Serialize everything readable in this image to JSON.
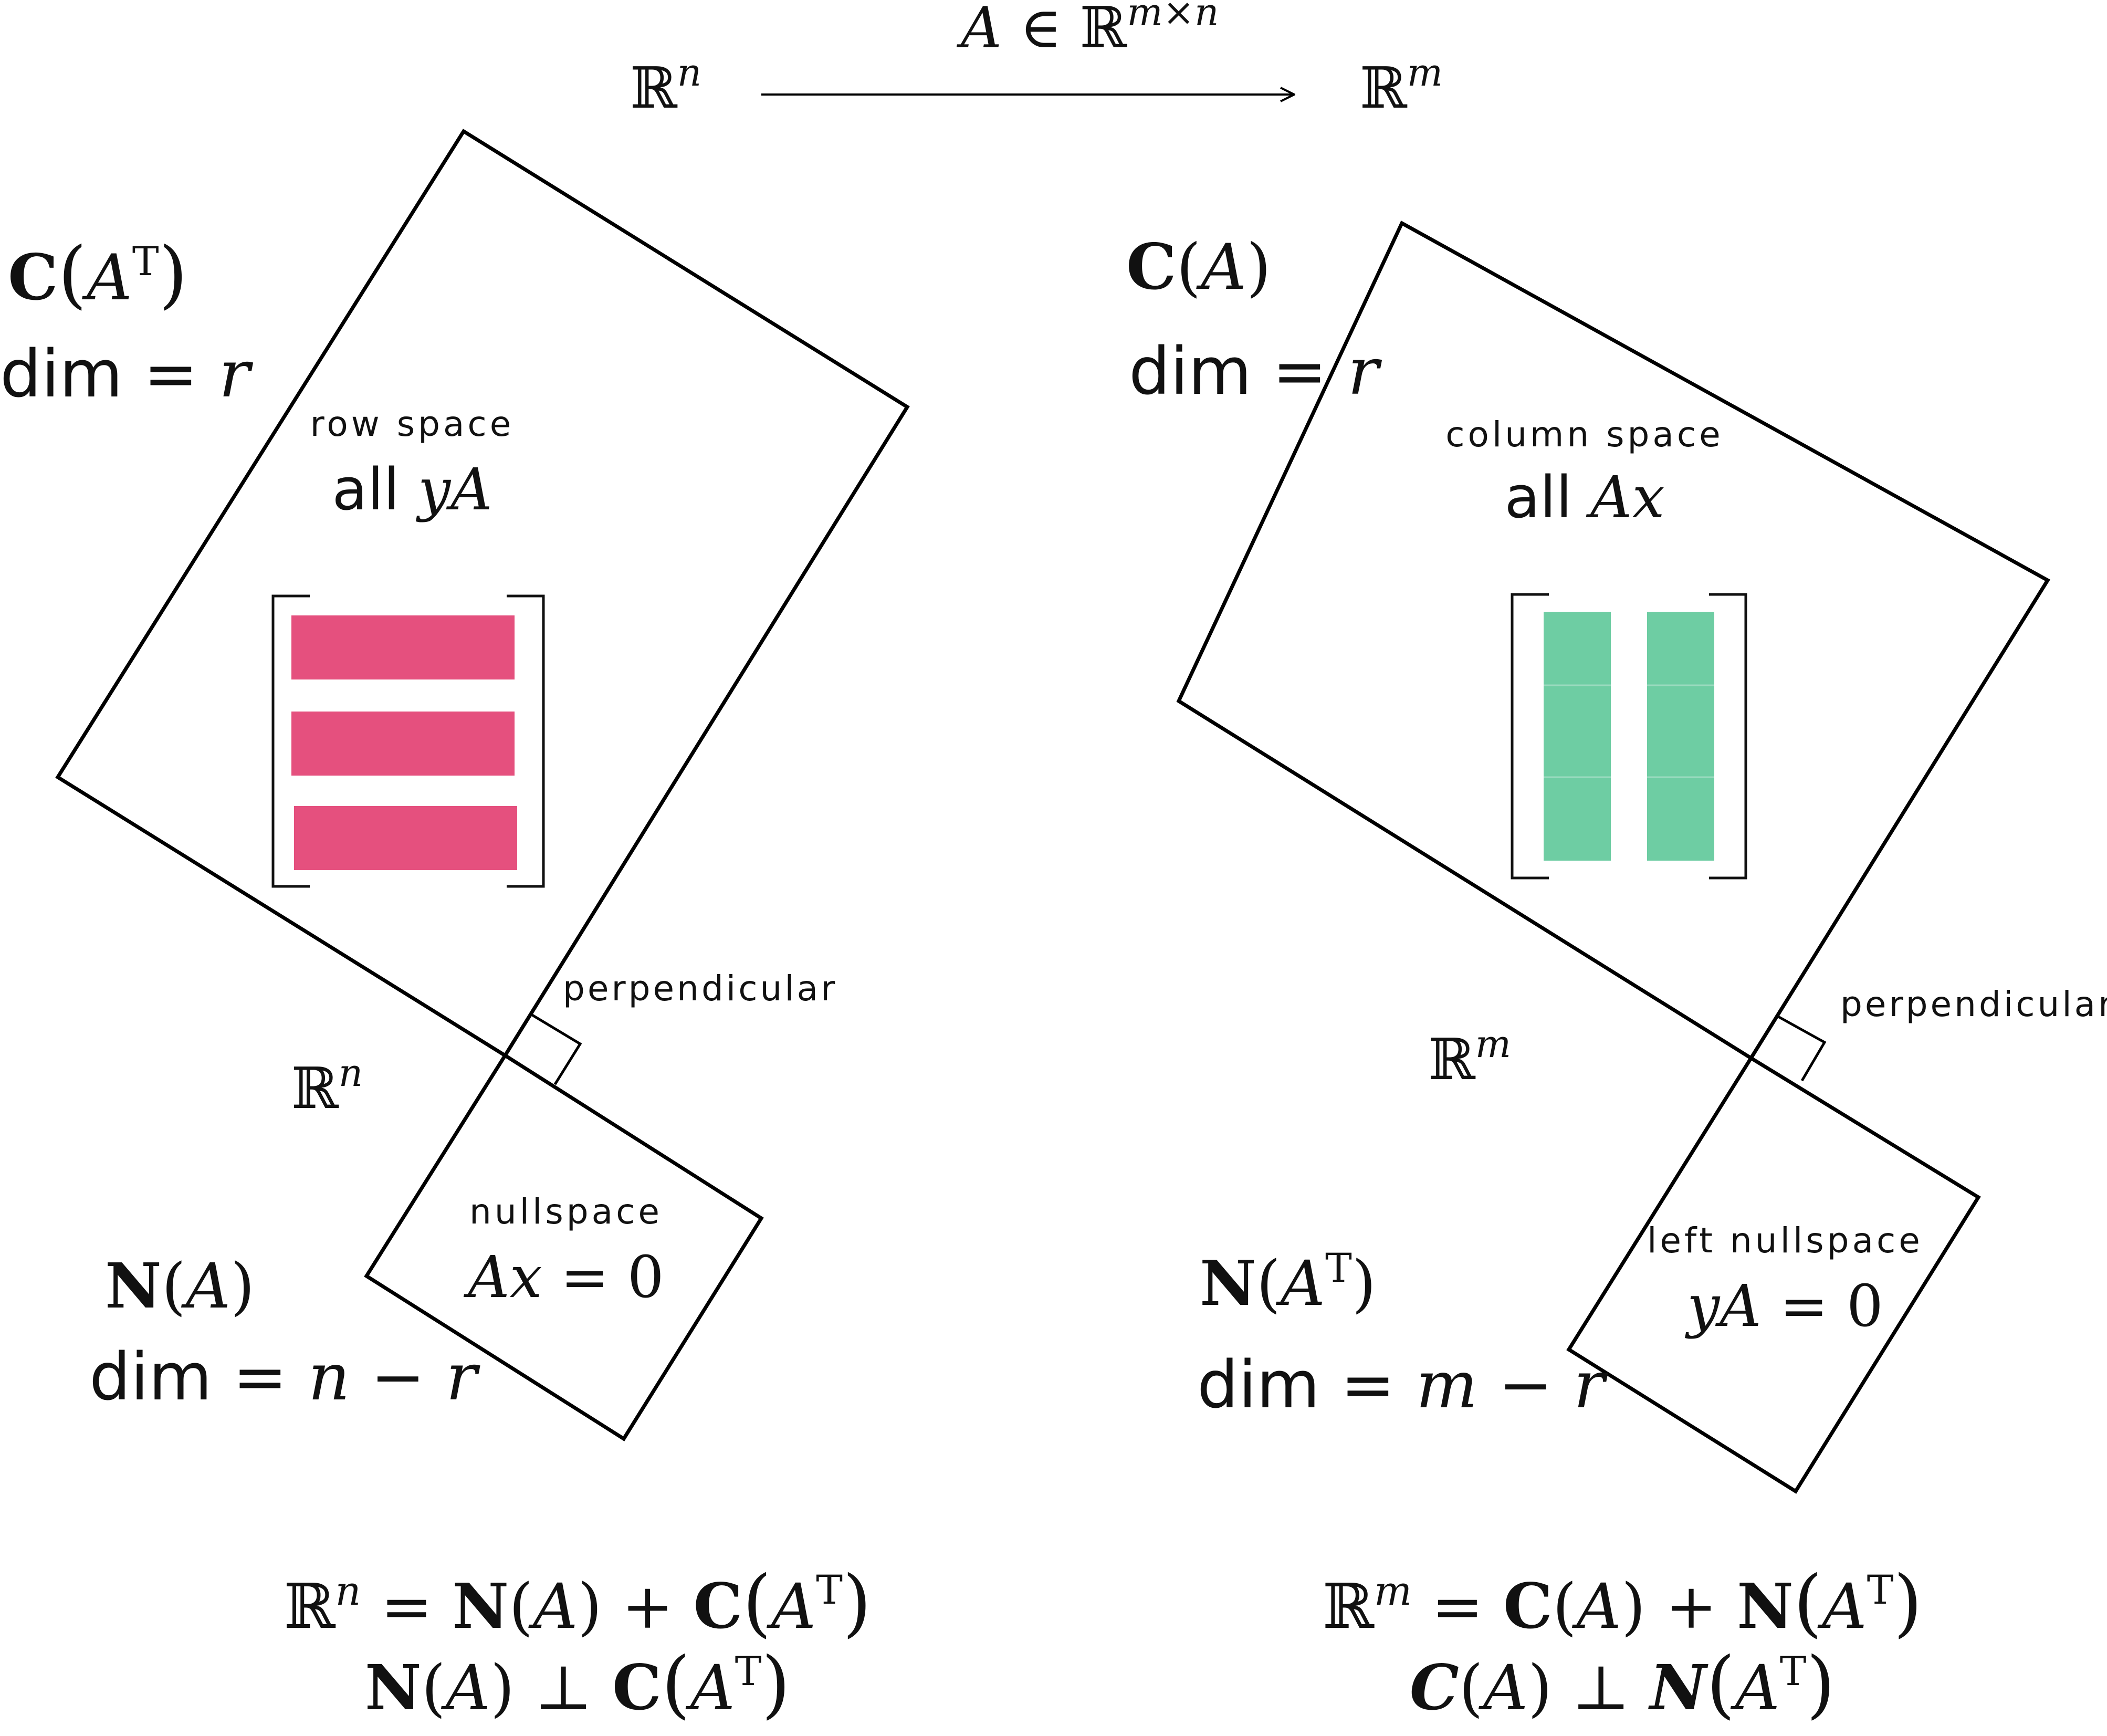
{
  "header": {
    "map": "A ∈ ℝ^{m×n}",
    "domain": "ℝ^n",
    "codomain": "ℝ^m"
  },
  "left": {
    "space_symbol": "ℝ^n",
    "row_space": {
      "symbol": "C(A^T)",
      "dim": "dim = r",
      "title": "row space",
      "expr": "all yA",
      "color": "#e5507e"
    },
    "perp_label": "perpendicular",
    "nullspace": {
      "symbol": "N(A)",
      "dim": "dim = n − r",
      "title": "nullspace",
      "expr": "Ax = 0"
    },
    "summary_1": "ℝ^n = N(A) + C(A^T)",
    "summary_2": "N(A) ⊥ C(A^T)"
  },
  "right": {
    "space_symbol": "ℝ^m",
    "column_space": {
      "symbol": "C(A)",
      "dim": "dim = r",
      "title": "column space",
      "expr": "all Ax",
      "color": "#6ecda3"
    },
    "perp_label": "perpendicular",
    "left_nullspace": {
      "symbol": "N(A^T)",
      "dim": "dim = m − r",
      "title": "left nullspace",
      "expr": "yA = 0"
    },
    "summary_1": "ℝ^m = C(A) + N(A^T)",
    "summary_2": "C(A) ⊥ N(A^T)"
  }
}
